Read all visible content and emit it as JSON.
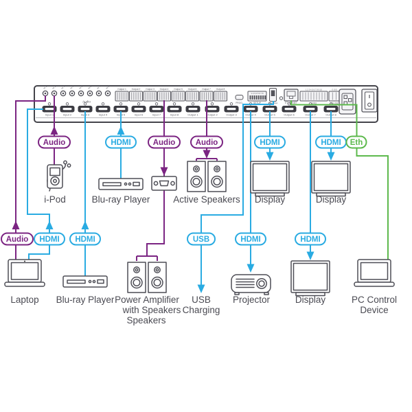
{
  "colors": {
    "audio": "#7B2482",
    "hdmi": "#29ABE2",
    "ethernet": "#5DB94C",
    "outline": "#4D4D55"
  },
  "panel": {
    "audio_section_label": "Audio",
    "audio_in_jacks": [
      "IN 1",
      "IN 2",
      "IN 3",
      "IN 4",
      "IN 5",
      "IN 6",
      "IN 7",
      "IN 8"
    ],
    "audio_out_blocks": [
      "Output 1",
      "Output 2",
      "Output 3",
      "Output 4",
      "Output 5",
      "Output 6",
      "Output 7",
      "Output 8"
    ],
    "hdmi_inputs": [
      "Input 1",
      "Input 2",
      "Input 3",
      "Input 4",
      "Input 5",
      "Input 6",
      "Input 7",
      "Input 8"
    ],
    "hdmi_outputs": [
      "Output 1",
      "Output 2",
      "Output 3",
      "Output 4",
      "Output 5",
      "Output 6",
      "Output 7",
      "Output 8"
    ],
    "controls": {
      "prog": "PROG.",
      "setup": "SETUP",
      "dip_numbers": "1 2 3 4 5 6 7 8",
      "usb_charging": "5V/2A Max",
      "ethernet": "ETHERNET",
      "gpio_pins": "1 2 3 4 5 6 7 8 9 10",
      "gpio": "GPIO",
      "rs232_pins": "G S/S",
      "rs232": "RS-232"
    }
  },
  "links": {
    "ipod_audio": "Audio",
    "bluray_mid_hdmi": "HDMI",
    "amp_audio": "Audio",
    "speakers_audio": "Audio",
    "display1_hdmi": "HDMI",
    "display2_hdmi": "HDMI",
    "eth": "Eth",
    "laptop_audio": "Audio",
    "laptop_hdmi": "HDMI",
    "bluray_bottom_hdmi": "HDMI",
    "usb": "USB",
    "projector_hdmi": "HDMI",
    "display3_hdmi": "HDMI"
  },
  "devices": {
    "ipod": "i-Pod",
    "bluray_mid": "Blu-ray Player",
    "active_speakers": "Active Speakers",
    "display1": "Display",
    "display2": "Display",
    "laptop": "Laptop",
    "bluray_bottom": "Blu-ray Player",
    "amp_line1": "Power Amplifier",
    "amp_line2": "with Speakers",
    "amp_line3": "Speakers",
    "usb_line1": "USB",
    "usb_line2": "Charging",
    "projector": "Projector",
    "display3": "Display",
    "pc_line1": "PC Control",
    "pc_line2": "Device"
  }
}
